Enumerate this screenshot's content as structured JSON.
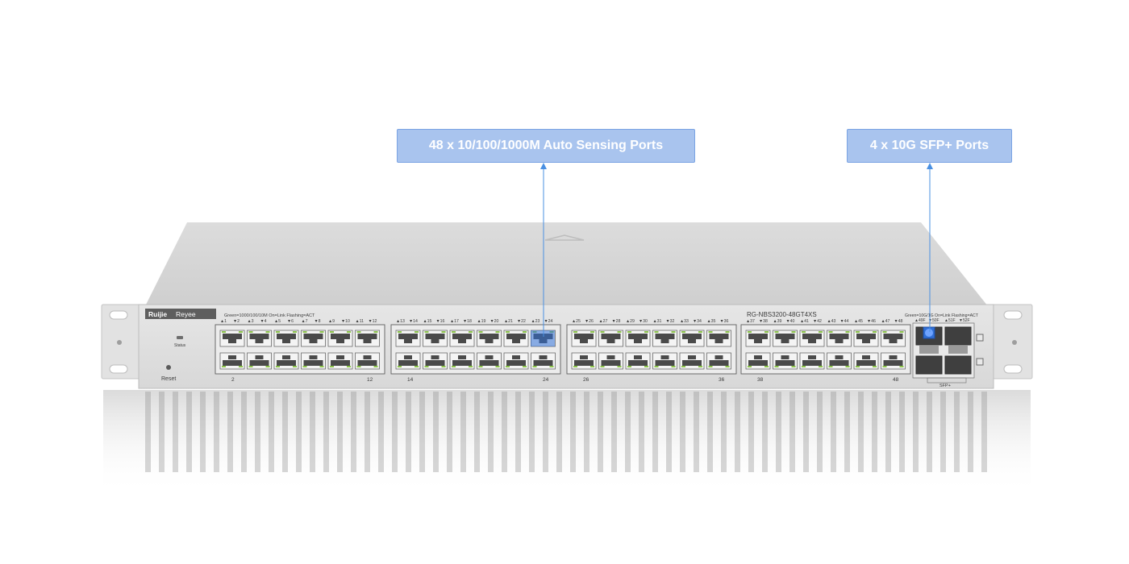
{
  "callouts": {
    "ports": "48 x 10/100/1000M Auto Sensing Ports",
    "sfp": "4 x 10G SFP+ Ports"
  },
  "device": {
    "brand": "Ruijie",
    "sub_brand": "Reyee",
    "model": "RG-NBS3200-48GT4XS",
    "status_label": "Status",
    "reset_label": "Reset",
    "legend_rj45": "Green=1000/100/10M   On=Link   Flashing=ACT",
    "legend_sfp": "Green=10G/1G   On=Link   Flashing=ACT",
    "sfp_group_label": "SFP+",
    "sfp_port_labels": [
      "▲49F",
      "▼50F",
      "▲51F",
      "▼52F"
    ],
    "group_bottom_labels": [
      [
        "2",
        "12"
      ],
      [
        "14",
        "24"
      ],
      [
        "26",
        "36"
      ],
      [
        "38",
        "48"
      ]
    ],
    "port_number_rows": [
      [
        "▲1",
        "▼2",
        "▲3",
        "▼4",
        "▲5",
        "▼6",
        "▲7",
        "▼8",
        "▲9",
        "▼10",
        "▲11",
        "▼12"
      ],
      [
        "▲13",
        "▼14",
        "▲15",
        "▼16",
        "▲17",
        "▼18",
        "▲19",
        "▼20",
        "▲21",
        "▼22",
        "▲23",
        "▼24"
      ],
      [
        "▲25",
        "▼26",
        "▲27",
        "▼28",
        "▲29",
        "▼30",
        "▲31",
        "▼32",
        "▲33",
        "▼34",
        "▲35",
        "▼36"
      ],
      [
        "▲37",
        "▼38",
        "▲39",
        "▼40",
        "▲41",
        "▼42",
        "▲43",
        "▼44",
        "▲45",
        "▼46",
        "▲47",
        "▼48"
      ]
    ]
  },
  "colors": {
    "callout_fill": "#a9c4ee",
    "callout_line": "#4a90e2",
    "highlight": "#2f6fd6"
  }
}
